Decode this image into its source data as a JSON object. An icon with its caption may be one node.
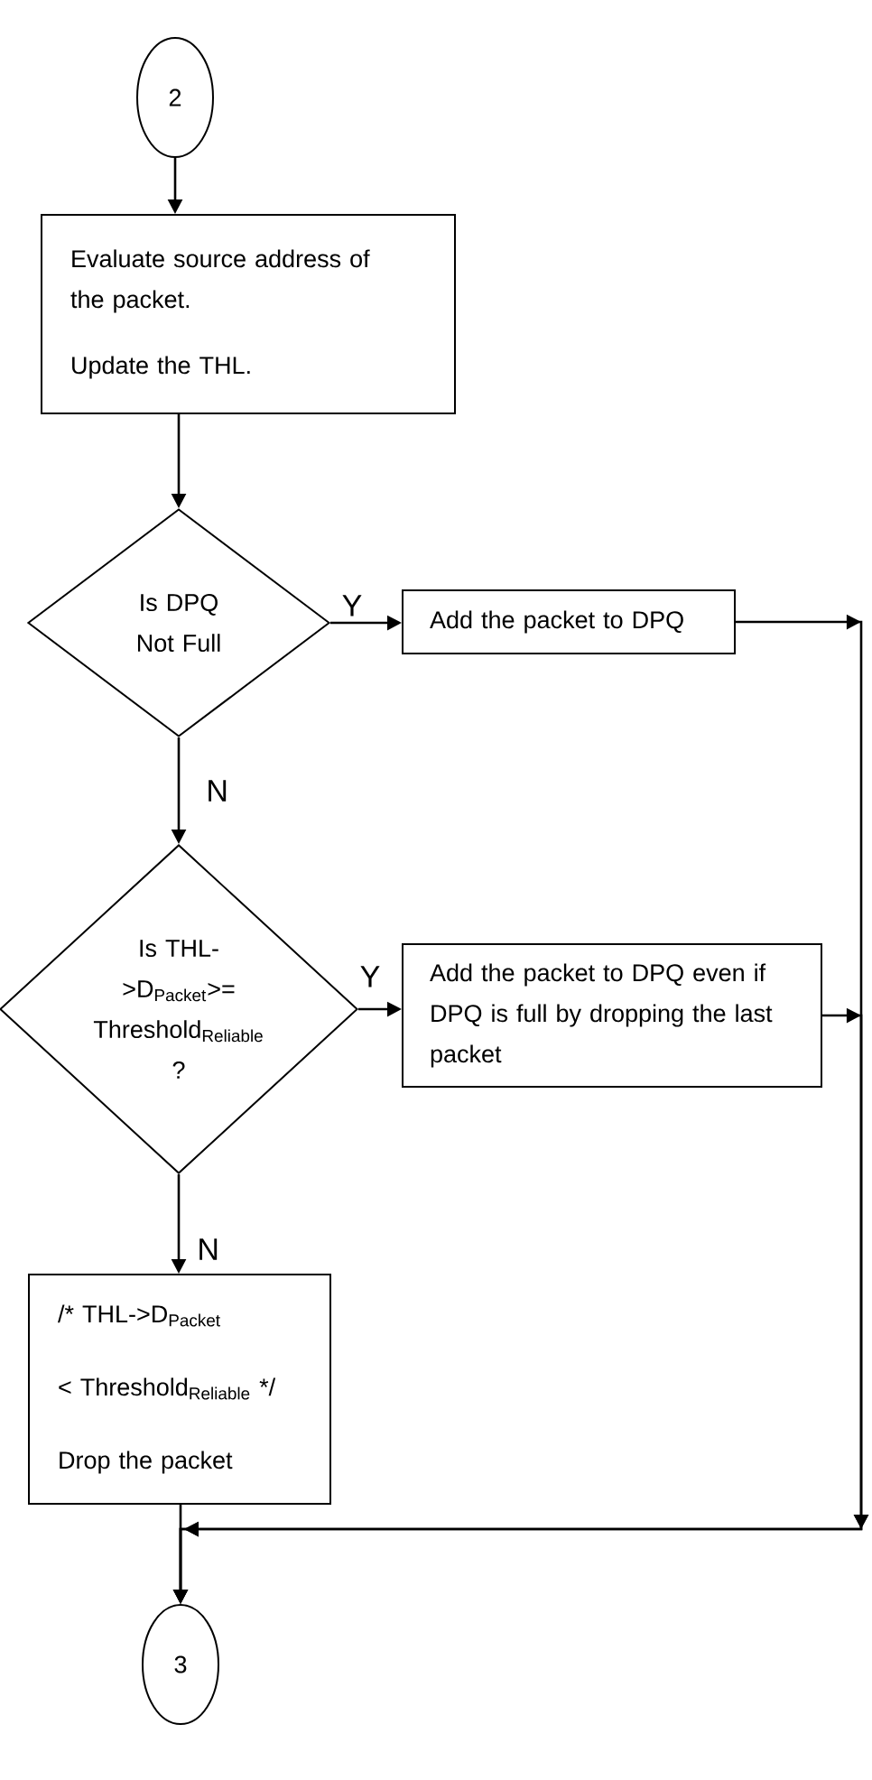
{
  "diagram": {
    "nodes": [
      {
        "text": [
          "2"
        ]
      },
      {
        "text": [
          "Evaluate source address of the packet.",
          "Update the THL."
        ]
      },
      {
        "text": [
          "Is DPQ Not Full"
        ]
      },
      {
        "text": [
          "Add the packet to DPQ"
        ]
      },
      {
        "text": [
          "Is THL->D$_{Packet}$>= Threshold$_{Reliable}$ ?"
        ]
      },
      {
        "text": [
          "Add the packet to DPQ even if DPQ is full by dropping the last packet"
        ]
      },
      {
        "text": [
          "/* THL->D$_{Packet}$",
          "< Threshold$_{Reliable}$ */",
          "Drop the packet"
        ]
      },
      {
        "text": [
          "3"
        ]
      }
    ],
    "edges": [
      {
        "from": 0,
        "to": 1,
        "arrow": "to"
      },
      {
        "from": 1,
        "to": 2,
        "arrow": "to"
      },
      {
        "from": 2,
        "to": 3,
        "arrow": "to",
        "label": "Y"
      },
      {
        "from": 2,
        "to": 4,
        "arrow": "to",
        "label": "N"
      },
      {
        "from": 4,
        "to": 5,
        "arrow": "to",
        "label": "Y"
      },
      {
        "from": 4,
        "to": 6,
        "arrow": "to",
        "label": "N"
      },
      {
        "from": 3,
        "to": 7,
        "arrow": "to"
      },
      {
        "from": 5,
        "to": 7,
        "arrow": "to"
      },
      {
        "from": 6,
        "to": 7,
        "arrow": "to"
      }
    ]
  }
}
